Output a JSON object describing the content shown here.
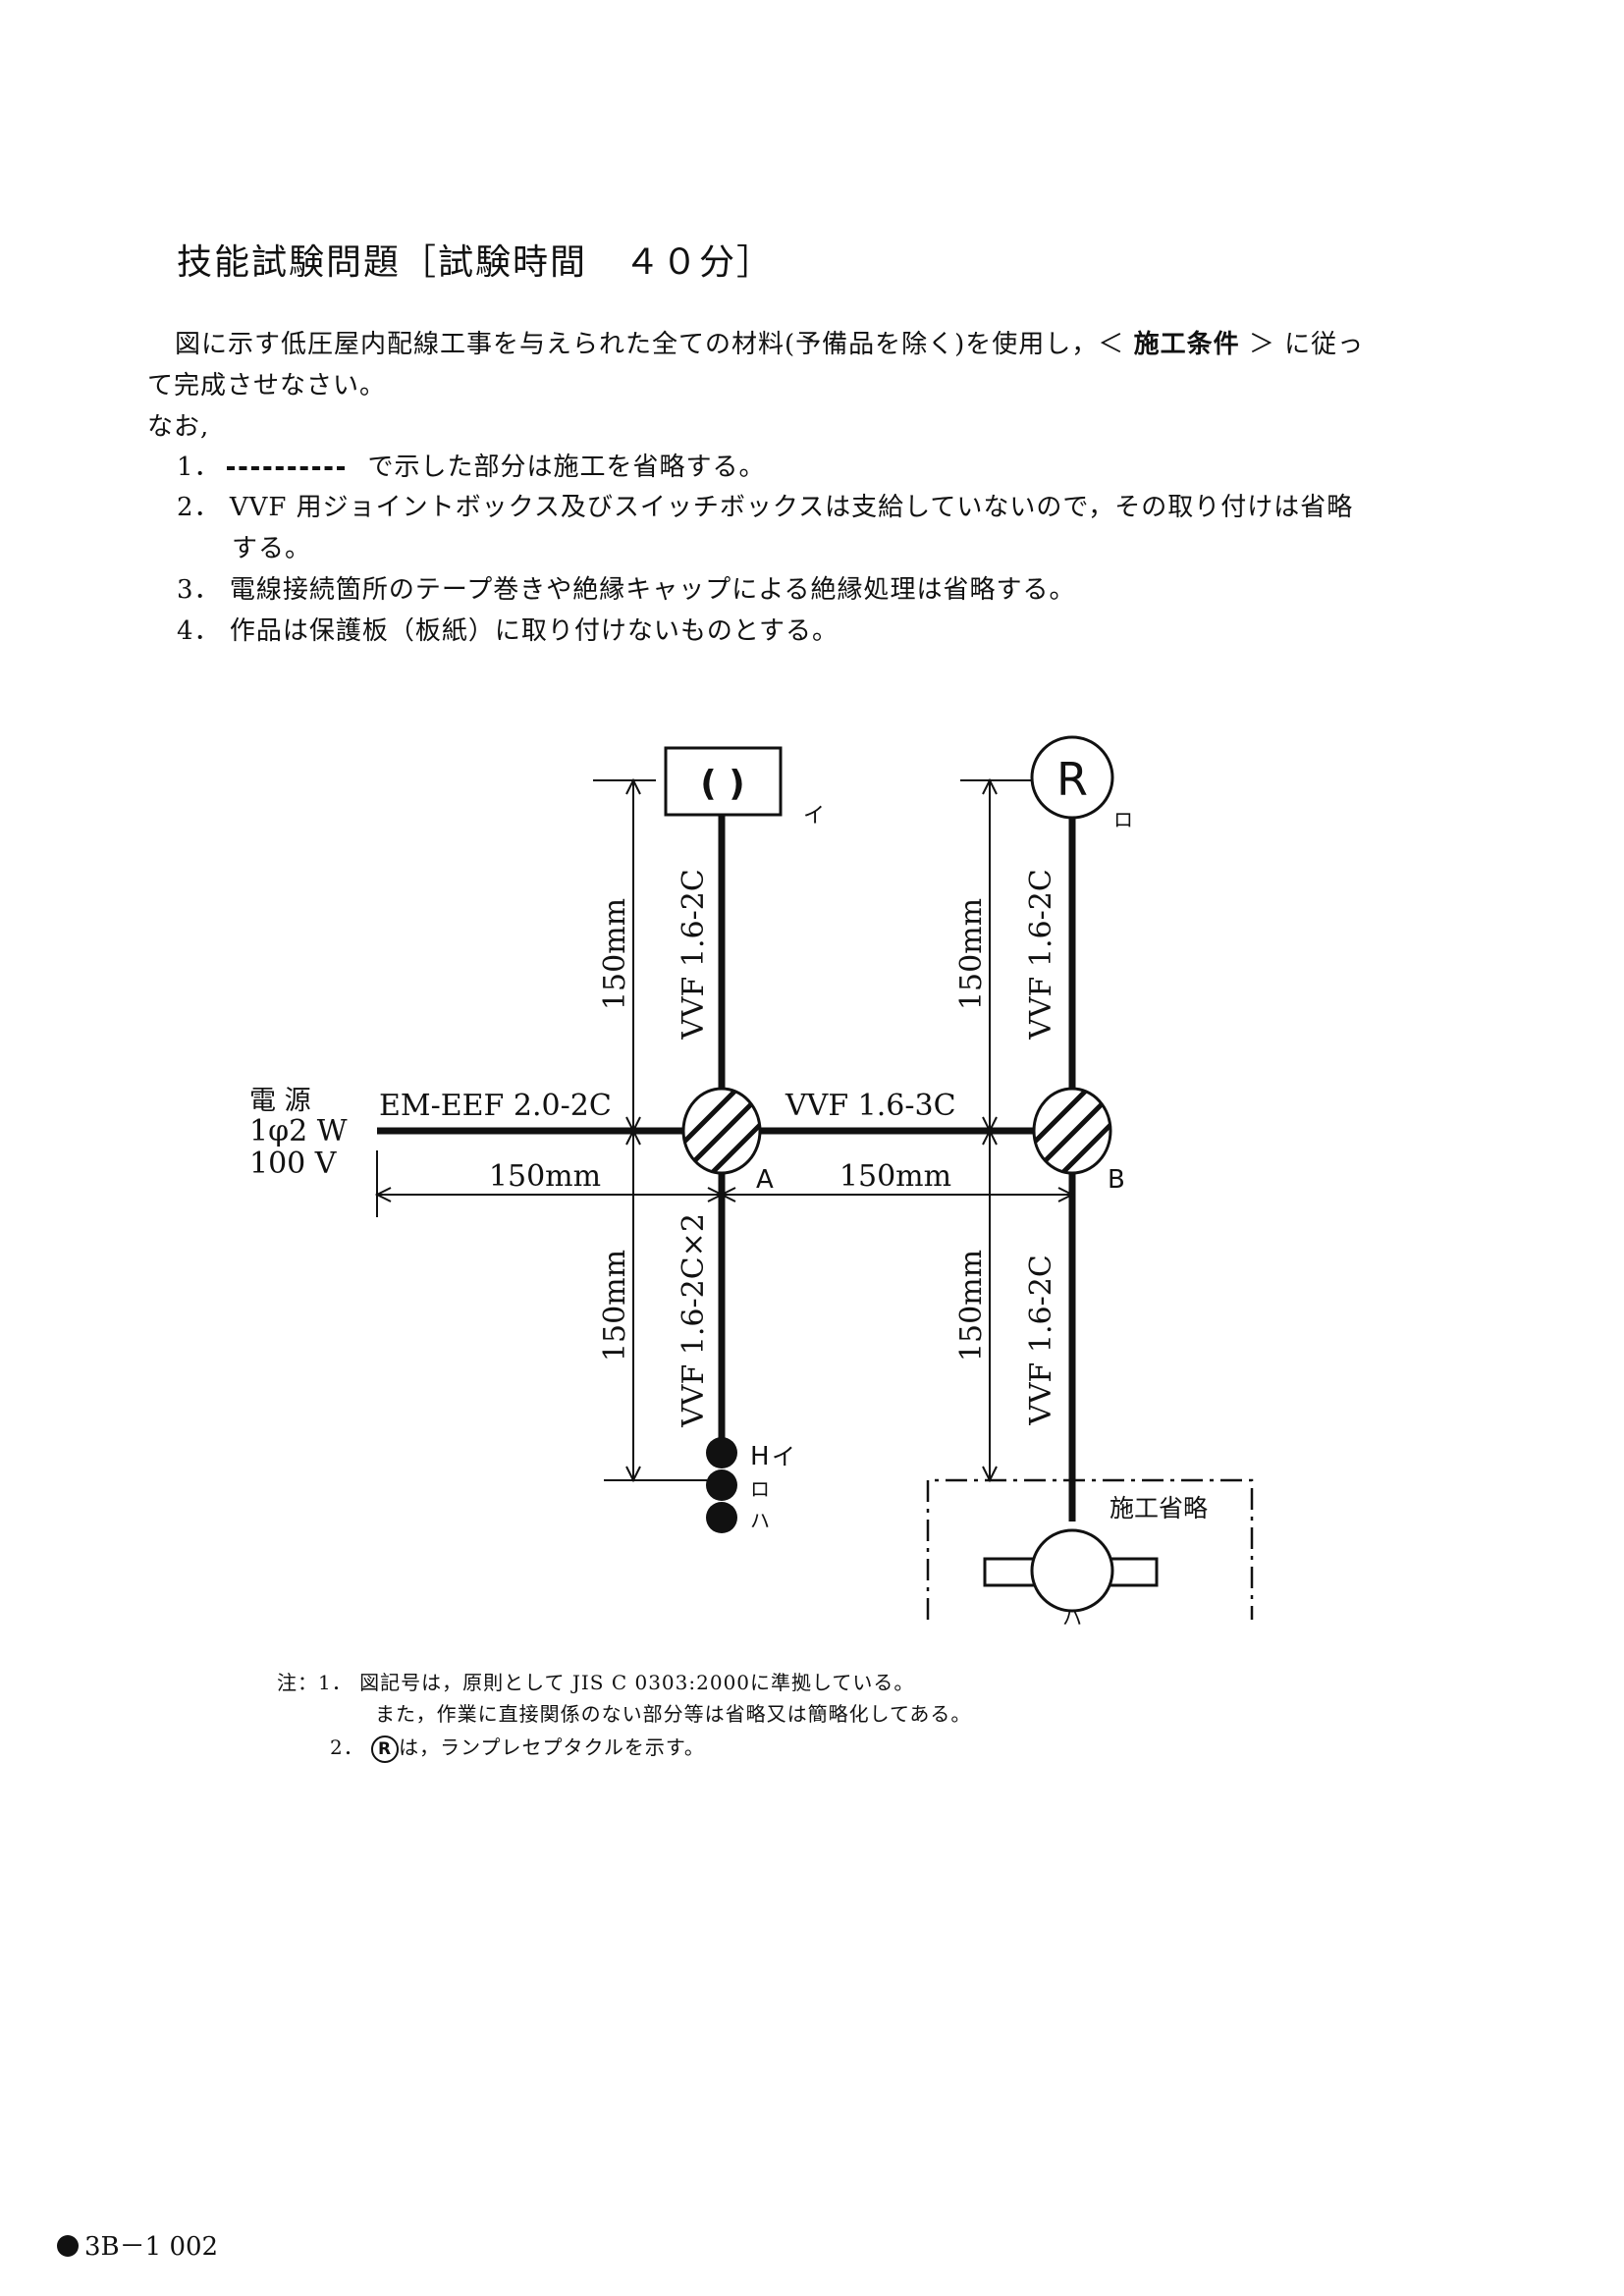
{
  "title": "技能試験問題［試験時間　４０分］",
  "intro": {
    "line1_a": "図に示す低圧屋内配線工事を与えられた全ての材料(予備品を除く)を使用し，＜",
    "line1_b": "施工条件",
    "line1_c": "＞ に従っ",
    "line2": "て完成させなさい。",
    "nao": "なお,"
  },
  "conditions": [
    {
      "num": "1．",
      "text": "で示した部分は施工を省略する。"
    },
    {
      "num": "2．",
      "text": "VVF 用ジョイントボックス及びスイッチボックスは支給していないので，その取り付けは省略",
      "cont": "する。"
    },
    {
      "num": "3．",
      "text": "電線接続箇所のテープ巻きや絶縁キャップによる絶縁処理は省略する。"
    },
    {
      "num": "4．",
      "text": "作品は保護板（板紙）に取り付けないものとする。"
    }
  ],
  "diagram": {
    "power_label": "電 源",
    "power_phase": "1φ2 W",
    "power_voltage": "100 V",
    "feed_cable": "EM-EEF 2.0-2C",
    "ab_cable": "VVF 1.6-3C",
    "a_up_cable": "VVF 1.6-2C",
    "b_up_cable": "VVF 1.6-2C",
    "a_down_cable": "VVF 1.6-2C×2",
    "b_down_cable": "VVF 1.6-2C",
    "dim_150": "150mm",
    "junction_a": "A",
    "junction_b": "B",
    "light_i_symbol": "( )",
    "light_i_label": "イ",
    "receptacle_symbol": "R",
    "receptacle_label": "ロ",
    "switch_h": "H",
    "switch_labels": [
      "イ",
      "ロ",
      "ハ"
    ],
    "omitted_label": "施工省略",
    "omitted_light_label": "ハ"
  },
  "notes": {
    "prefix": "注：",
    "n1_num": "1．",
    "n1_line1": "図記号は，原則として JIS C 0303:2000に準拠している。",
    "n1_line2": "また，作業に直接関係のない部分等は省略又は簡略化してある。",
    "n2_num": "2．",
    "n2_symbol": "R",
    "n2_text": "は，ランプレセプタクルを示す。"
  },
  "footer": {
    "code": "3B－1 002"
  }
}
